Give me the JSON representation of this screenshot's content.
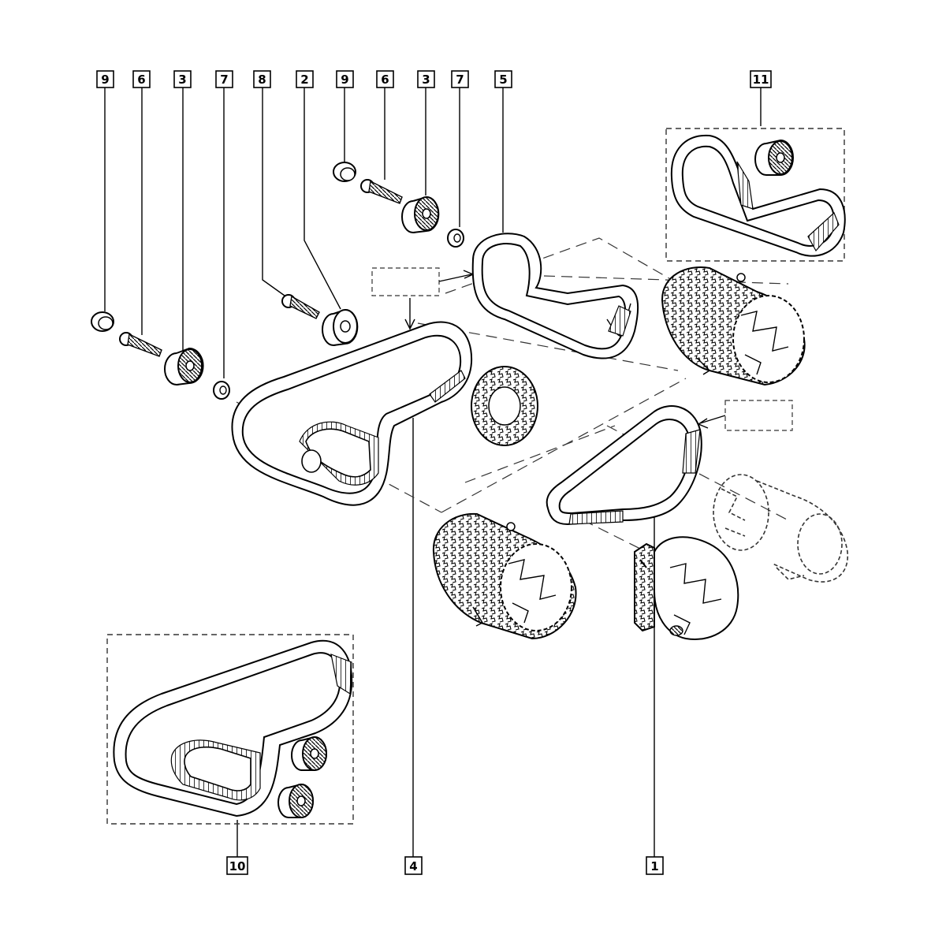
{
  "callouts": [
    {
      "id": "c-9a",
      "label": "9"
    },
    {
      "id": "c-6a",
      "label": "6"
    },
    {
      "id": "c-3a",
      "label": "3"
    },
    {
      "id": "c-7a",
      "label": "7"
    },
    {
      "id": "c-8",
      "label": "8"
    },
    {
      "id": "c-2",
      "label": "2"
    },
    {
      "id": "c-9b",
      "label": "9"
    },
    {
      "id": "c-6b",
      "label": "6"
    },
    {
      "id": "c-3b",
      "label": "3"
    },
    {
      "id": "c-7b",
      "label": "7"
    },
    {
      "id": "c-5",
      "label": "5"
    },
    {
      "id": "c-11",
      "label": "11"
    },
    {
      "id": "c-10",
      "label": "10"
    },
    {
      "id": "c-4",
      "label": "4"
    },
    {
      "id": "c-1",
      "label": "1"
    }
  ],
  "colors": {
    "line": "#000000",
    "background": "#ffffff",
    "dash": "#444444"
  }
}
